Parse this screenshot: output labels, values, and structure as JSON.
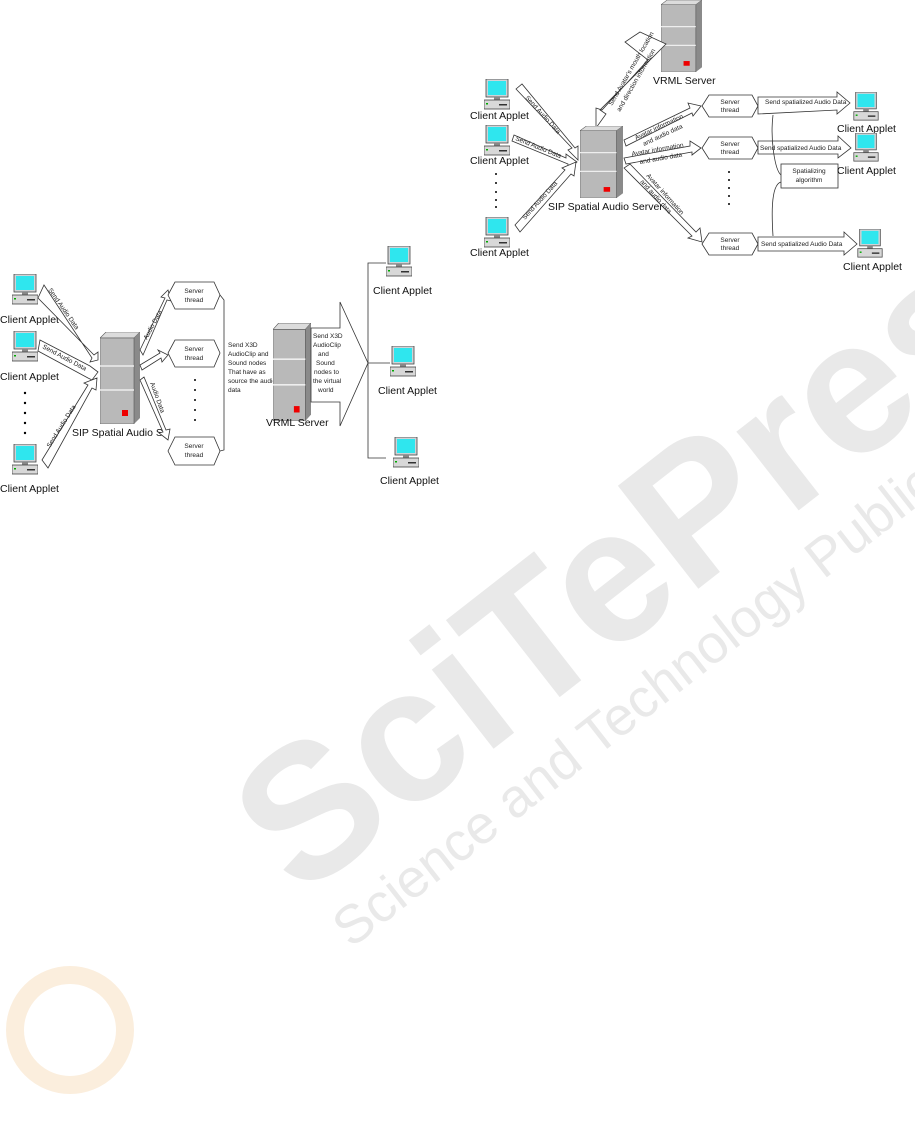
{
  "watermark": {
    "brand": "SciTePress",
    "tagline": "Science and Technology Publications"
  },
  "figure_left": {
    "client_label": "Client Applet",
    "send_audio": "Send Audio Data",
    "audio_data": "Audio Data",
    "sip_server": "SIP Spatial Audio Se",
    "server_thread_1": "Server",
    "server_thread_2": "thread",
    "send_x3d": [
      "Send X3D",
      "AudioClip and",
      "Sound nodes",
      "That have as",
      "source the audio",
      "data"
    ],
    "vrml_send": [
      "Send X3D",
      "AudioClip",
      "and",
      "Sound",
      "nodes to",
      "the virtual",
      "world"
    ],
    "vrml_server": "VRML Server"
  },
  "figure_right": {
    "client_label": "Client Applet",
    "send_audio": "Send Audio Data",
    "vrml_server": "VRML Server",
    "vrml_arrow": [
      "Send Avatar's mouth location",
      "and direction information"
    ],
    "sip_server": "SIP Spatial Audio Server",
    "avatar_info": [
      "Avatar information",
      "and audio data"
    ],
    "server_thread_1": "Server",
    "server_thread_2": "thread",
    "send_spatialized": "Send spatialized Audio Data",
    "spatializing": [
      "Spatializing",
      "algorithm"
    ]
  }
}
